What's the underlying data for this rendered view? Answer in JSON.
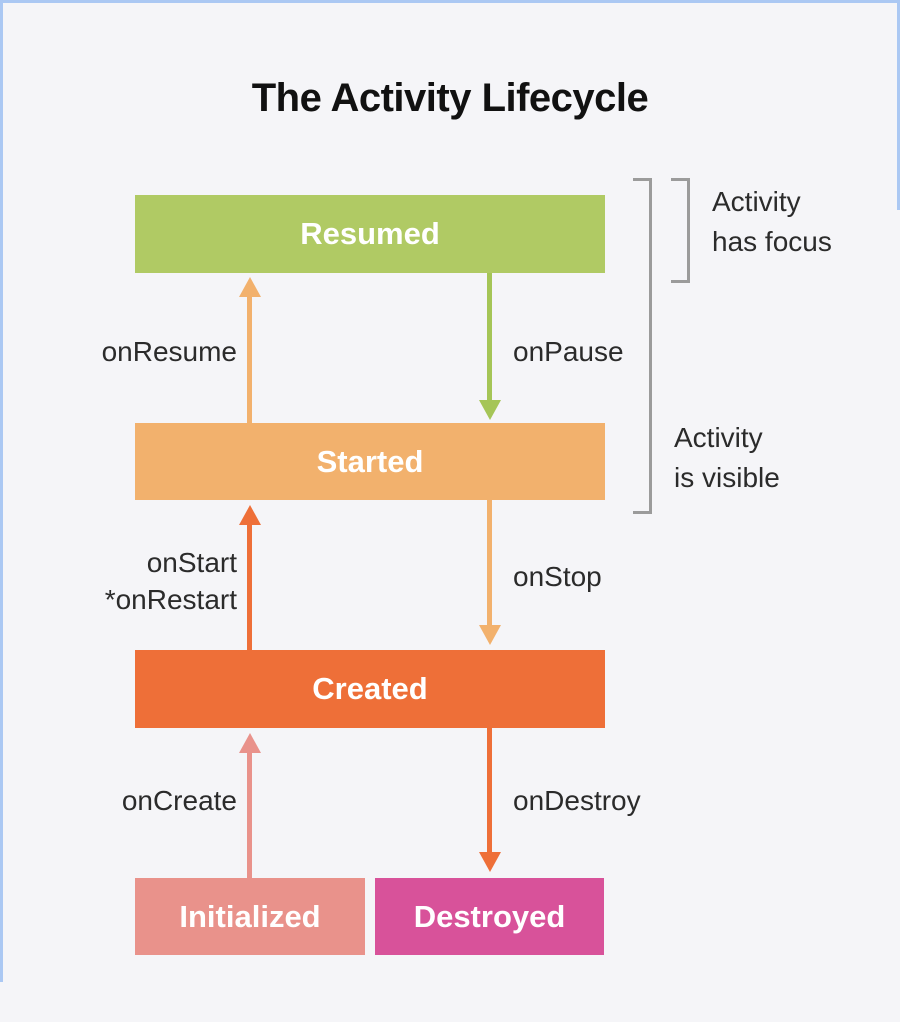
{
  "title": "The Activity Lifecycle",
  "states": [
    {
      "label": "Resumed",
      "color": "#b0ca64"
    },
    {
      "label": "Started",
      "color": "#f2b16d"
    },
    {
      "label": "Created",
      "color": "#ee6f38"
    },
    {
      "label": "Initialized",
      "color": "#e9928b"
    },
    {
      "label": "Destroyed",
      "color": "#d8529a"
    }
  ],
  "transitions": [
    {
      "label": "onResume",
      "direction": "up",
      "color": "#f2b16d"
    },
    {
      "label": "onPause",
      "direction": "down",
      "color": "#a5c557"
    },
    {
      "label": "onStart",
      "label_secondary": "*onRestart",
      "direction": "up",
      "color": "#ee6f38"
    },
    {
      "label": "onStop",
      "direction": "down",
      "color": "#f2b16d"
    },
    {
      "label": "onCreate",
      "direction": "up",
      "color": "#e9928b"
    },
    {
      "label": "onDestroy",
      "direction": "down",
      "color": "#ee6f38"
    }
  ],
  "annotations": [
    {
      "text": "Activity\nhas focus"
    },
    {
      "text": "Activity\nis visible"
    }
  ],
  "colors": {
    "background": "#f5f5f8",
    "frame_border": "#abc8f3",
    "bracket": "#9b9b9b",
    "label_text": "#2b2b2b",
    "title_text": "#111111",
    "box_text": "#ffffff"
  }
}
